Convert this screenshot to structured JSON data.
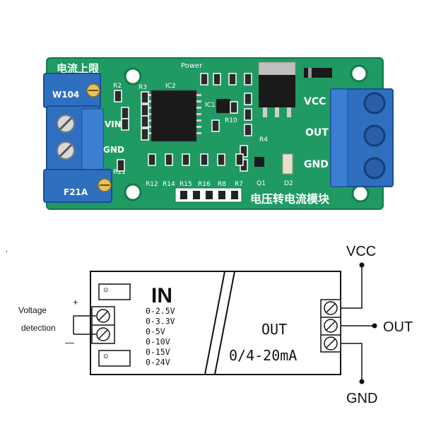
{
  "colors": {
    "pcb": "#1f9a63",
    "pcb_dark": "#127a4a",
    "terminal_blue": "#2f6fc0",
    "silkscreen": "#ffffff",
    "line": "#111111"
  },
  "board": {
    "title_top": "电流上限",
    "title_bottom": "电压转电流模块",
    "power_label": "Power",
    "labels": {
      "vin_plus": "VIN+",
      "gnd_left": "GND",
      "vcc": "VCC",
      "out": "OUT",
      "gnd_right": "GND",
      "ic1": "IC1",
      "ic2": "IC2",
      "q1": "Q1",
      "d2": "D2",
      "r2": "R2",
      "r3": "R3",
      "r4": "R4",
      "r10": "R10",
      "r11": "R11",
      "r_bottom": [
        "R12",
        "R14",
        "R15",
        "R16",
        "R8",
        "R7"
      ]
    },
    "pot_top_label": "W104",
    "pot_bottom_label": "F21A"
  },
  "diagram": {
    "in_title": "IN",
    "ranges": [
      "0-2.5V",
      "0-3.3V",
      "0-5V",
      "0-10V",
      "0-15V",
      "0-24V"
    ],
    "plus": "+",
    "minus": "—",
    "voltage_label_line1": "Voltage",
    "voltage_label_line2": "detection",
    "out_title": "OUT",
    "out_range": "0/4-20mA",
    "vcc": "VCC",
    "out_arrow": "OUT",
    "gnd": "GND"
  }
}
